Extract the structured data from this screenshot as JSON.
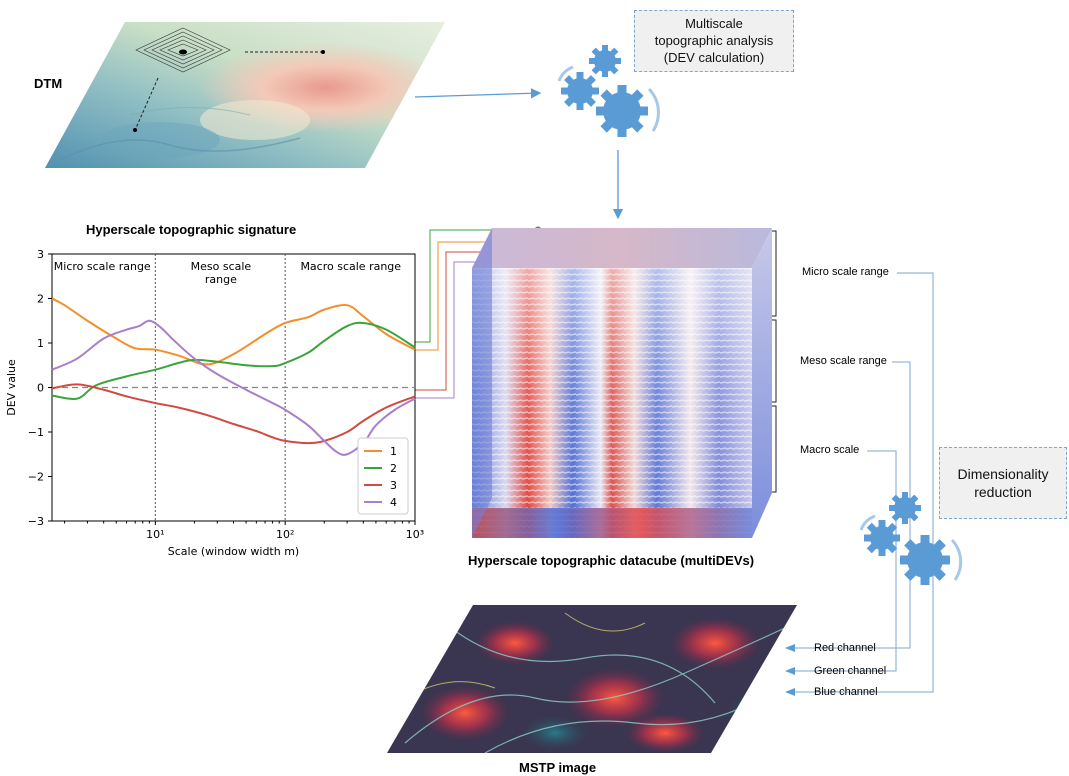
{
  "labels": {
    "dtm": "DTM",
    "analysis_box": [
      "Multiscale",
      "topographic analysis",
      "(DEV calculation)"
    ],
    "signature_title": "Hyperscale topographic signature",
    "datacube_title": "Hyperscale topographic datacube (multiDEVs)",
    "mstp_title": "MSTP image",
    "dim_box": [
      "Dimensionality",
      "reduction"
    ],
    "micro": "Micro scale range",
    "meso": "Meso scale range",
    "macro": "Macro scale",
    "red": "Red channel",
    "green": "Green channel",
    "blue": "Blue channel"
  },
  "chart_data": {
    "type": "line",
    "title": "Hyperscale topographic signature",
    "xlabel": "Scale (window width m)",
    "ylabel": "DEV value",
    "xscale": "log",
    "xlim": [
      1.6,
      1000
    ],
    "ylim": [
      -3,
      3
    ],
    "x_ticks": [
      "10¹",
      "10²",
      "10³"
    ],
    "y_ticks": [
      "3",
      "2",
      "1",
      "0",
      "−1",
      "−2",
      "−3"
    ],
    "legend_position": "lower-right",
    "region_labels": [
      {
        "lines": [
          "Micro scale range"
        ],
        "x": 3.9
      },
      {
        "lines": [
          "Meso scale",
          "range"
        ],
        "x": 32
      },
      {
        "lines": [
          "Macro scale range"
        ],
        "x": 320
      }
    ],
    "region_boundaries": [
      10,
      100
    ],
    "reference_line_y": 0,
    "series": [
      {
        "name": "1",
        "color": "#f28e2b",
        "x": [
          1.6,
          2,
          3,
          5,
          7,
          10,
          15,
          25,
          40,
          70,
          100,
          150,
          200,
          300,
          400,
          600,
          1000
        ],
        "y": [
          2.0,
          1.85,
          1.5,
          1.1,
          0.88,
          0.85,
          0.72,
          0.52,
          0.75,
          1.2,
          1.45,
          1.58,
          1.75,
          1.85,
          1.6,
          1.2,
          0.85
        ]
      },
      {
        "name": "2",
        "color": "#3ba33b",
        "x": [
          1.6,
          2.5,
          3.5,
          6,
          10,
          15,
          20,
          30,
          50,
          80,
          100,
          150,
          200,
          300,
          400,
          600,
          1000
        ],
        "y": [
          -0.18,
          -0.25,
          0.05,
          0.25,
          0.4,
          0.55,
          0.62,
          0.58,
          0.5,
          0.48,
          0.55,
          0.78,
          1.05,
          1.38,
          1.45,
          1.3,
          0.9
        ]
      },
      {
        "name": "3",
        "color": "#d04a42",
        "x": [
          1.6,
          2.5,
          4,
          6,
          10,
          15,
          25,
          40,
          60,
          80,
          100,
          150,
          200,
          300,
          400,
          600,
          1000
        ],
        "y": [
          -0.02,
          0.07,
          -0.05,
          -0.2,
          -0.35,
          -0.45,
          -0.62,
          -0.82,
          -0.98,
          -1.12,
          -1.2,
          -1.25,
          -1.2,
          -1.0,
          -0.75,
          -0.45,
          -0.2
        ]
      },
      {
        "name": "4",
        "color": "#a77fcb",
        "x": [
          1.6,
          2.5,
          4,
          6,
          7.5,
          9,
          11,
          14,
          20,
          30,
          50,
          80,
          100,
          150,
          200,
          250,
          300,
          400,
          500,
          700,
          1000
        ],
        "y": [
          0.4,
          0.65,
          1.1,
          1.3,
          1.38,
          1.5,
          1.35,
          1.05,
          0.65,
          0.3,
          -0.05,
          -0.35,
          -0.5,
          -0.85,
          -1.2,
          -1.45,
          -1.5,
          -1.25,
          -0.85,
          -0.5,
          -0.25
        ]
      }
    ]
  }
}
